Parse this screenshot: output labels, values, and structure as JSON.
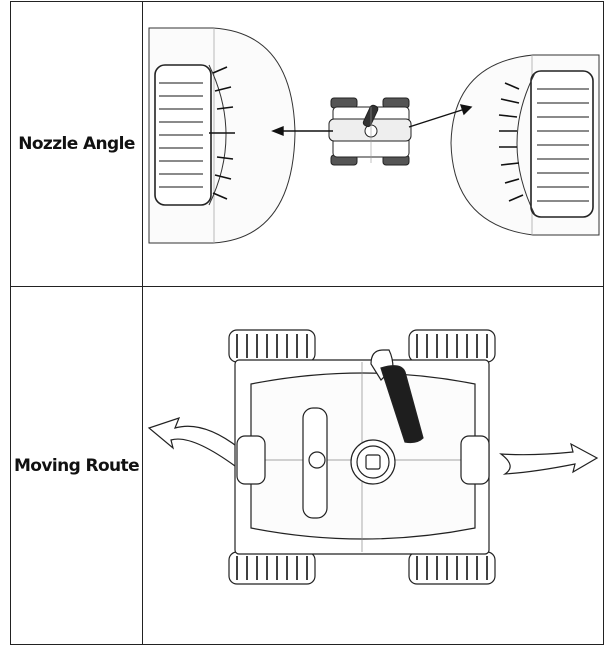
{
  "rows": [
    {
      "label": "Nozzle Angle",
      "figure_icon": "nozzle-angle-diagram"
    },
    {
      "label": "Moving Route",
      "figure_icon": "moving-route-diagram"
    }
  ],
  "colors": {
    "line": "#222222",
    "fill_dark": "#1e1e1e",
    "background": "#ffffff"
  }
}
